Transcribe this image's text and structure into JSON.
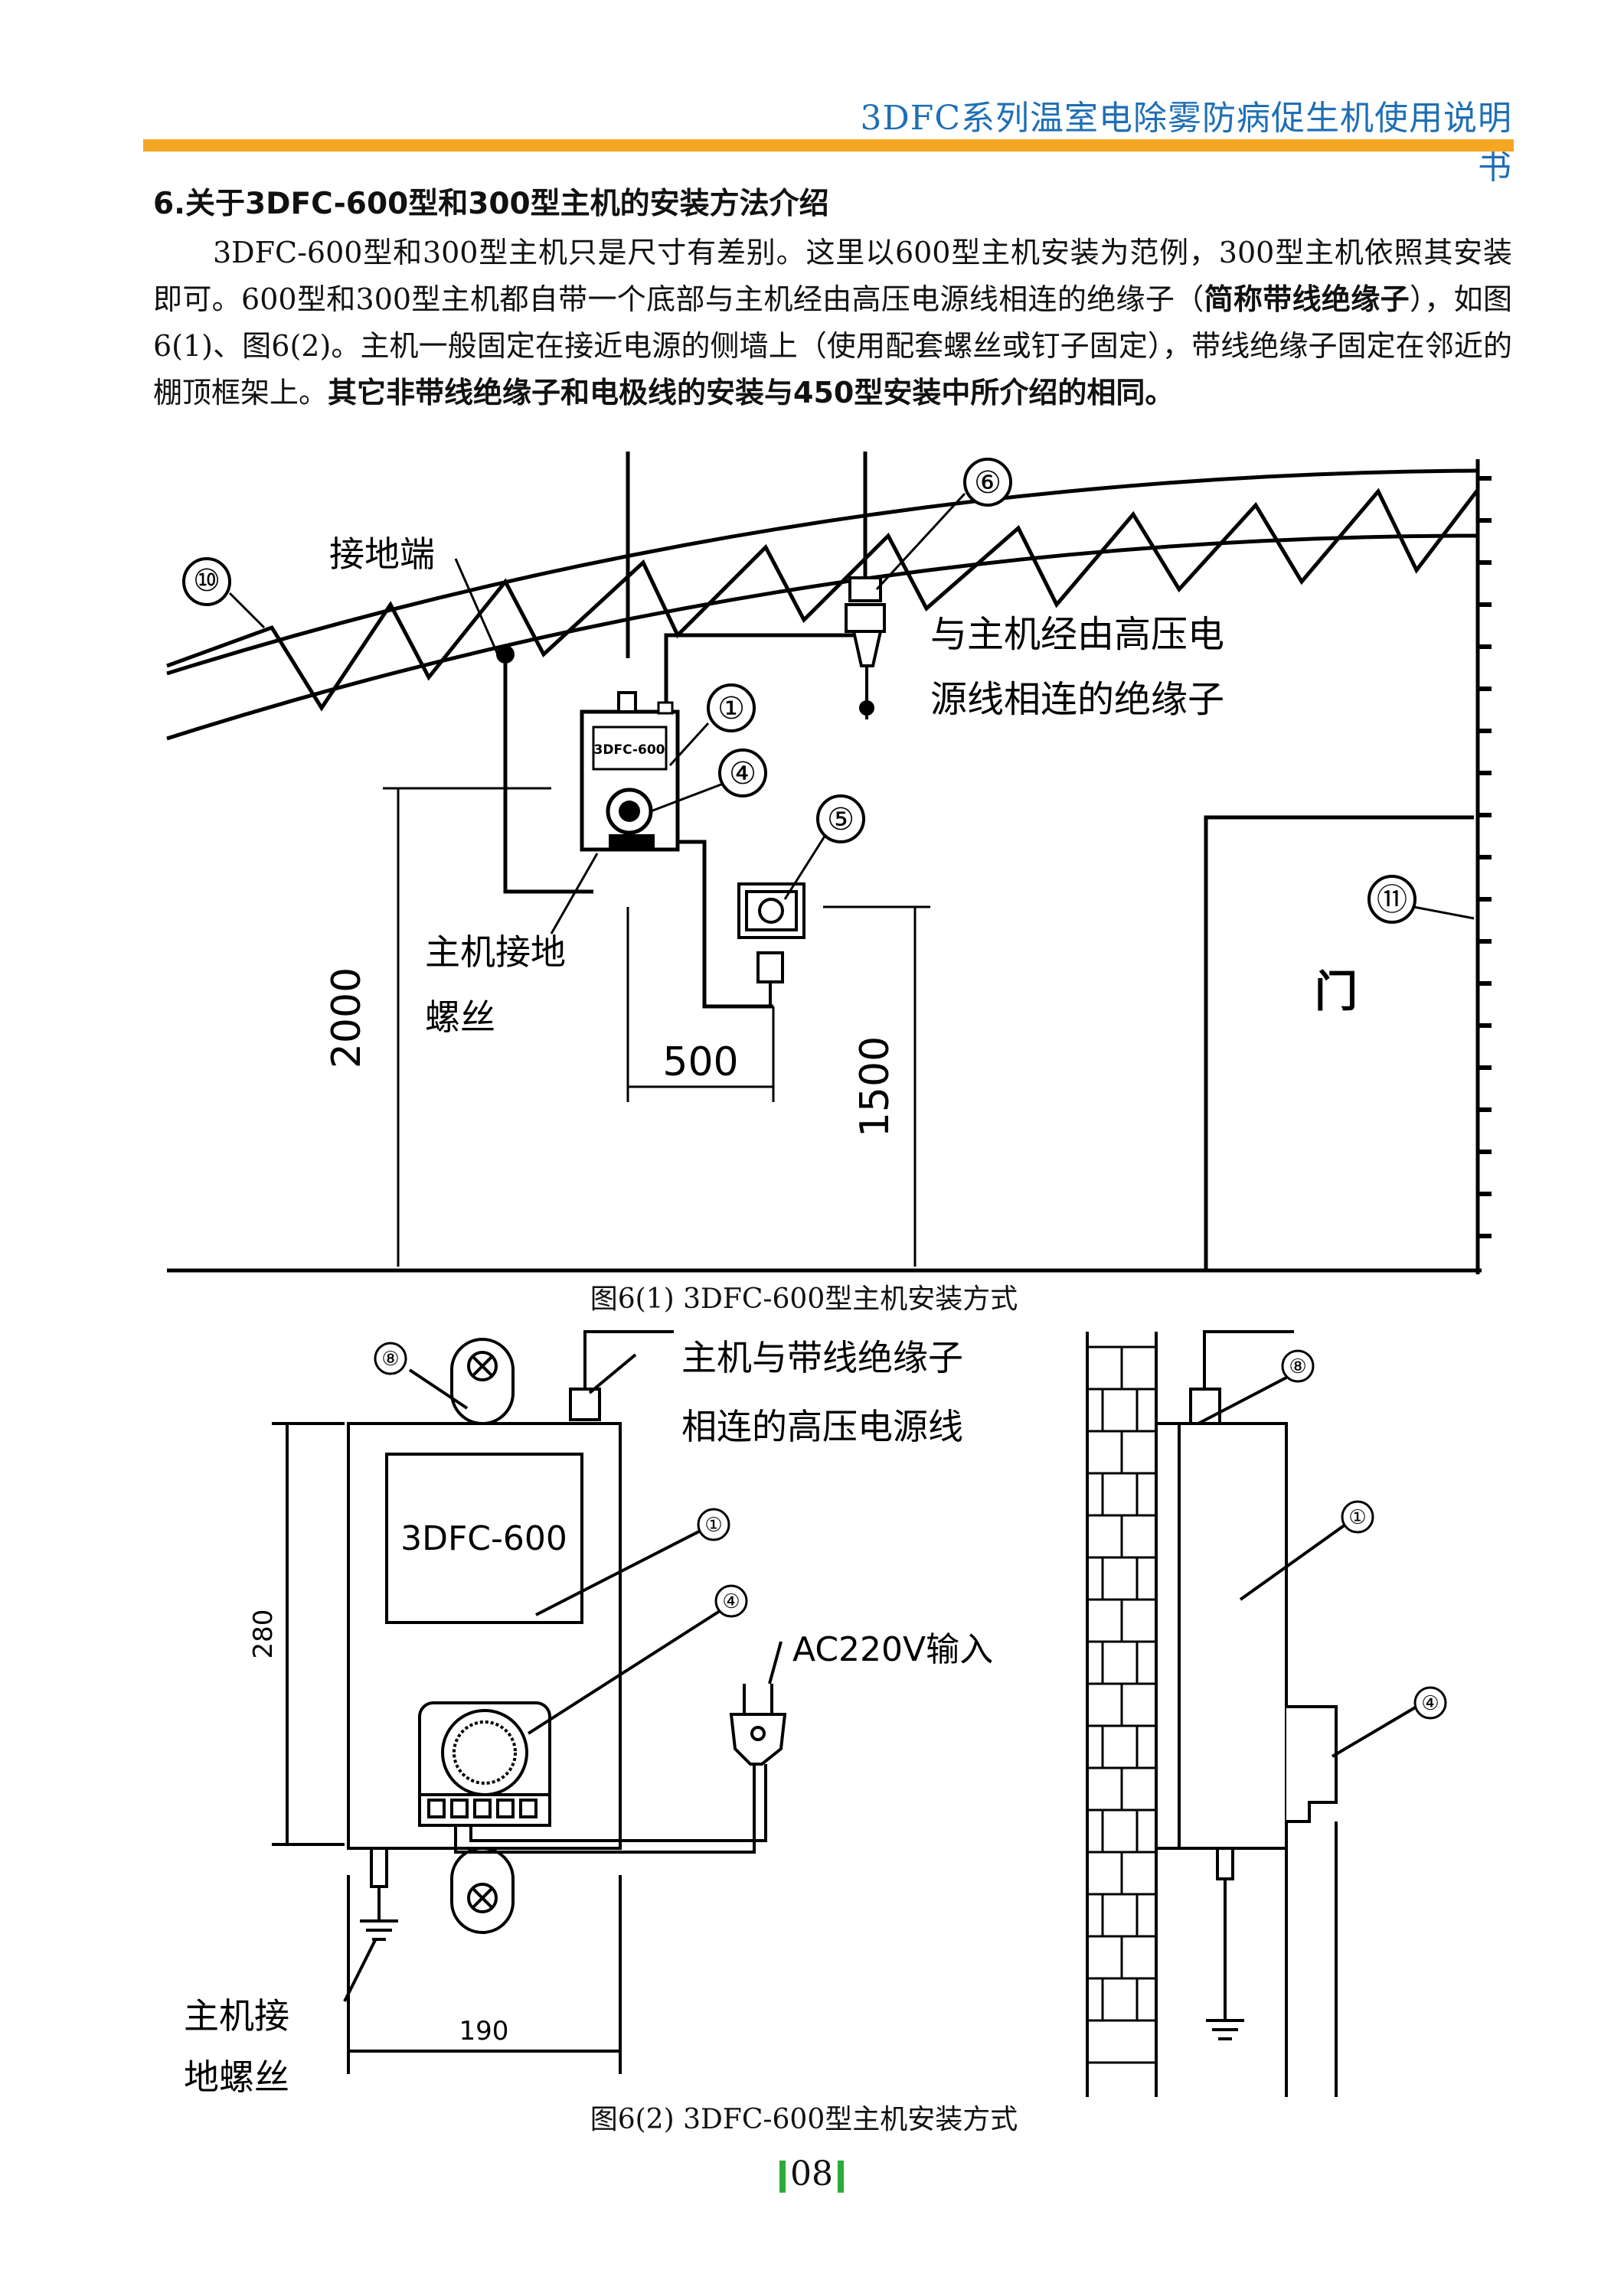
{
  "header": {
    "title": "3DFC系列温室电除雾防病促生机使用说明书"
  },
  "section": {
    "heading": "6.关于3DFC-600型和300型主机的安装方法介绍",
    "para_1": "3DFC-600型和300型主机只是尺寸有差别。这里以600型主机安装为范例，300型主机依照其安装即可。600型和300型主机都自带一个底部与主机经由高压电源线相连的绝缘子（",
    "para_bold_1": "简称带线绝缘子",
    "para_2": "），如图6(1)、图6(2)。主机一般固定在接近电源的侧墙上（使用配套螺丝或钉子固定），带线绝缘子固定在邻近的棚顶框架上。",
    "para_bold_2": "其它非带线绝缘子和电极线的安装与450型安装中所介绍的相同。"
  },
  "figure1": {
    "caption": "图6(1)  3DFC-600型主机安装方式",
    "label_ground_terminal": "接地端",
    "label_insulator_line1": "与主机经由高压电",
    "label_insulator_line2": "源线相连的绝缘子",
    "label_ground_screw_line1": "主机接地",
    "label_ground_screw_line2": "螺丝",
    "label_door": "门",
    "device_label": "3DFC-600",
    "dim_2000": "2000",
    "dim_500": "500",
    "dim_1500": "1500",
    "callouts": [
      "①",
      "④",
      "⑤",
      "⑥",
      "⑩",
      "⑪"
    ]
  },
  "figure2": {
    "caption": "图6(2)  3DFC-600型主机安装方式",
    "label_hv_line1": "主机与带线绝缘子",
    "label_hv_line2": "相连的高压电源线",
    "label_ac_input": "AC220V输入",
    "label_ground_screw_line1": "主机接",
    "label_ground_screw_line2": "地螺丝",
    "device_label": "3DFC-600",
    "dim_280": "280",
    "dim_190": "190",
    "callouts": [
      "⑧",
      "①",
      "④"
    ]
  },
  "page": {
    "number": "08"
  }
}
